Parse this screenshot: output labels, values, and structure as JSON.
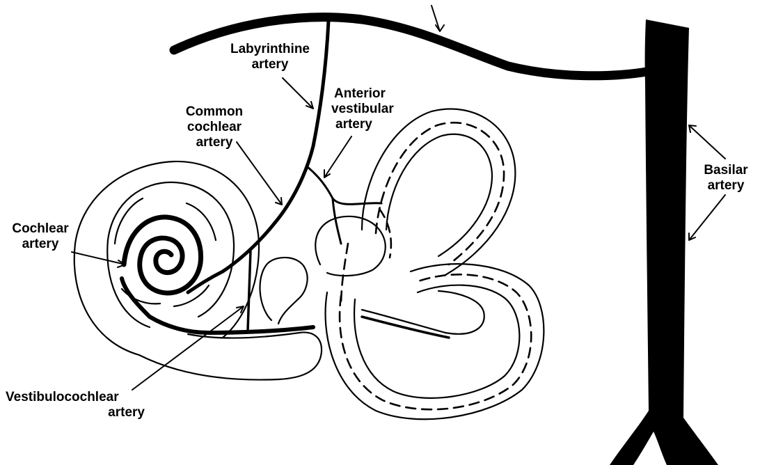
{
  "labels": {
    "labyrinthine": [
      "Labyrinthine",
      "artery"
    ],
    "anterior_vestibular": [
      "Anterior",
      "vestibular",
      "artery"
    ],
    "common_cochlear": [
      "Common",
      "cochlear",
      "artery"
    ],
    "cochlear": [
      "Cochlear",
      "artery"
    ],
    "vestibulocochlear": [
      "Vestibulocochlear",
      "artery"
    ],
    "basilar": [
      "Basilar",
      "artery"
    ]
  },
  "colors": {
    "ink": "#000000",
    "background": "#ffffff"
  }
}
